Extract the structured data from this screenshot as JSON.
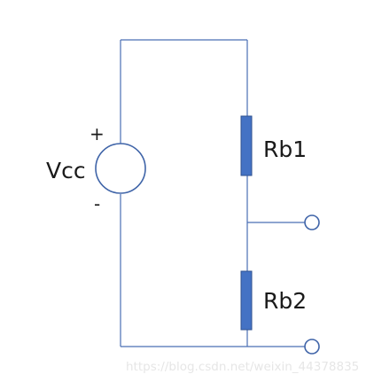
{
  "diagram": {
    "source_label": "Vcc",
    "plus_sign": "+",
    "minus_sign": "-",
    "resistor_top_label": "Rb1",
    "resistor_bottom_label": "Rb2",
    "wire_color": "#4a6fb5",
    "resistor_fill": "#4472c4",
    "resistor_stroke": "#2f528f",
    "source_stroke": "#3f64a8"
  },
  "watermark": {
    "text": "https://blog.csdn.net/weixin_44378835"
  }
}
